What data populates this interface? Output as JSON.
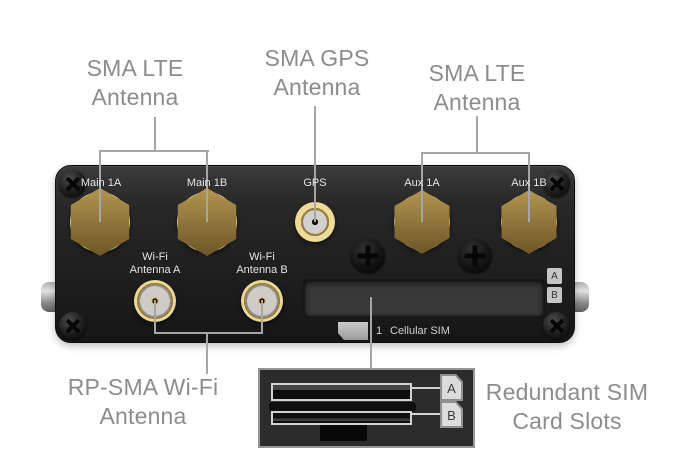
{
  "callouts": {
    "sma_lte_left": {
      "line1": "SMA LTE",
      "line2": "Antenna"
    },
    "sma_gps": {
      "line1": "SMA GPS",
      "line2": "Antenna"
    },
    "sma_lte_right": {
      "line1": "SMA LTE",
      "line2": "Antenna"
    },
    "rp_sma_wifi": {
      "line1": "RP-SMA Wi-Fi",
      "line2": "Antenna"
    },
    "redundant_sim": {
      "line1": "Redundant SIM",
      "line2": "Card Slots"
    }
  },
  "panel": {
    "connectors": [
      {
        "label": "Main 1A"
      },
      {
        "label": "Main 1B"
      },
      {
        "label": "GPS"
      },
      {
        "label": "Aux 1A"
      },
      {
        "label": "Aux 1B"
      }
    ],
    "wifi": [
      {
        "line1": "Wi-Fi",
        "line2": "Antenna A"
      },
      {
        "line1": "Wi-Fi",
        "line2": "Antenna B"
      }
    ],
    "sim": {
      "tab_a": "A",
      "tab_b": "B",
      "slot_number": "1",
      "slot_label": "Cellular SIM"
    }
  },
  "inset": {
    "slot_a": "A",
    "slot_b": "B"
  },
  "colors": {
    "label_text": "#8c8c8c",
    "panel_body": "#242424",
    "connector_gold": "#e8d493",
    "connector_center": "#d2d0cc",
    "leader_line": "#a6a6a6",
    "panel_text": "#e4e4e4",
    "sim_tab_bg": "#c6c6c6"
  }
}
